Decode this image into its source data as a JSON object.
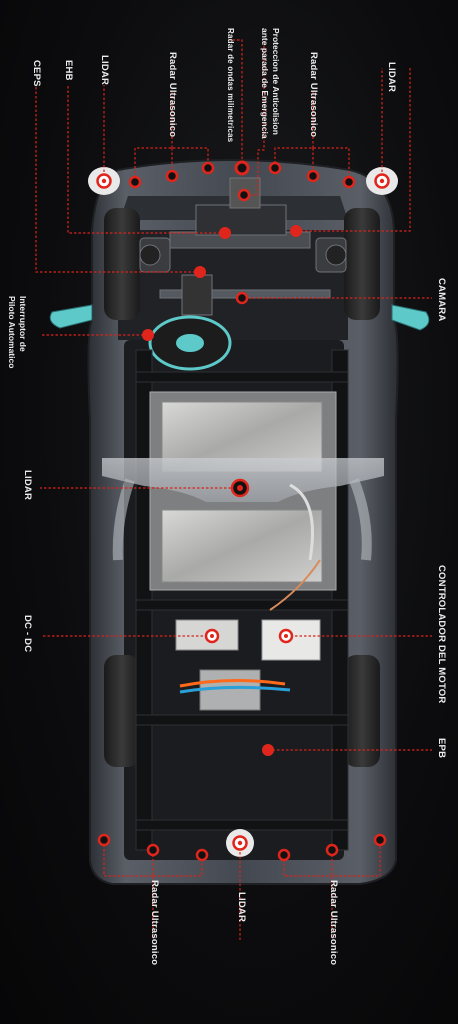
{
  "labels": {
    "ceps": "CEPS",
    "ehb": "EHB",
    "lidar_front_left": "LIDAR",
    "radar_ultrasonico_front_left": "Radar Ultrasonico",
    "radar_ondas": "Radar de ondas milimetricas",
    "proteccion_line1": "Proteccion de Anticolision",
    "proteccion_line2": "ante parada de Emergencia",
    "radar_ultrasonico_front_right": "Radar Ultrasonico",
    "lidar_front_right": "LIDAR",
    "camara": "CAMARA",
    "interruptor_line1": "Interruptor de",
    "interruptor_line2": "Piloto Automatico",
    "lidar_center": "LIDAR",
    "controlador_motor": "CONTROLADOR DEL MOTOR",
    "dc_dc": "DC - DC",
    "epb": "EPB",
    "radar_ultrasonico_rear_left": "Radar Ultrasonico",
    "lidar_rear": "LIDAR",
    "radar_ultrasonico_rear_right": "Radar Ultrasonico"
  },
  "colors": {
    "background": "#0a0a0b",
    "car_body": "#4a4f57",
    "accent_red": "#e0261c",
    "leader_line": "#d8231a",
    "label_text": "#ececec",
    "steering_accent": "#5ec9c9"
  }
}
